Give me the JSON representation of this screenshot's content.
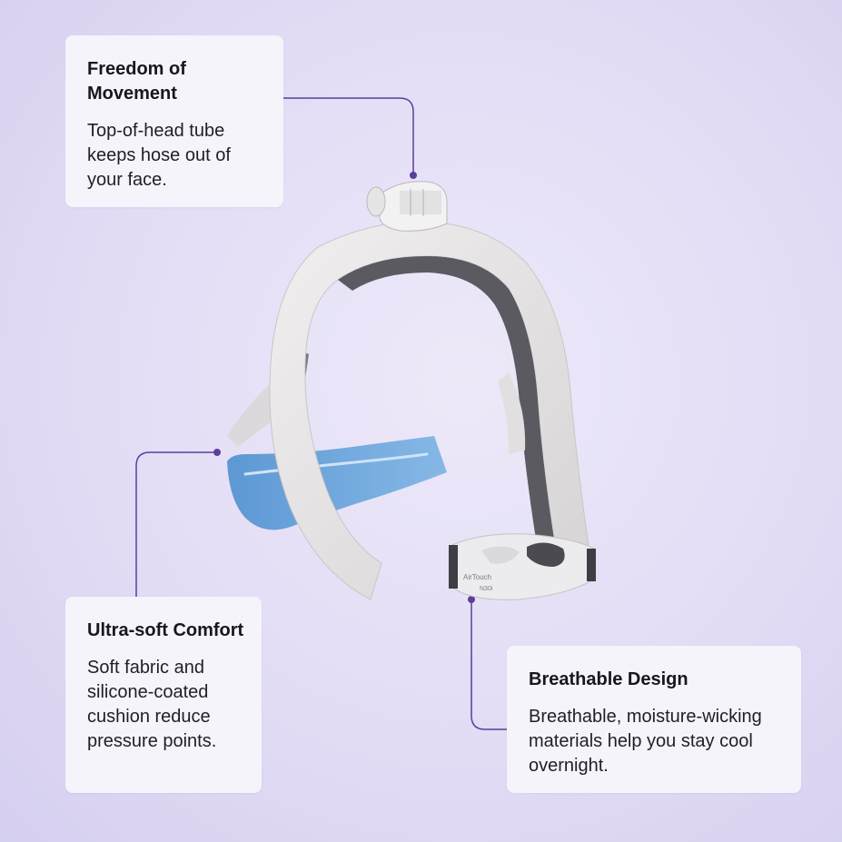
{
  "features": {
    "freedom": {
      "title": "Freedom of Movement",
      "body": "Top-of-head tube keeps hose out of your face."
    },
    "comfort": {
      "title": "Ultra-soft Comfort",
      "body": "Soft fabric and silicone-coated cushion reduce pressure points."
    },
    "breathable": {
      "title": "Breathable Design",
      "body": "Breathable, moisture-wicking materials help you stay cool overnight."
    }
  },
  "mask_labels": {
    "brand": "AirTouch",
    "model": "N30i"
  },
  "colors": {
    "background": "#e2dcf5",
    "callout_line": "#5b3f9a",
    "frame": "#e4e1e3",
    "foam": "#5b5b60",
    "strap": "#6ea6dc"
  }
}
